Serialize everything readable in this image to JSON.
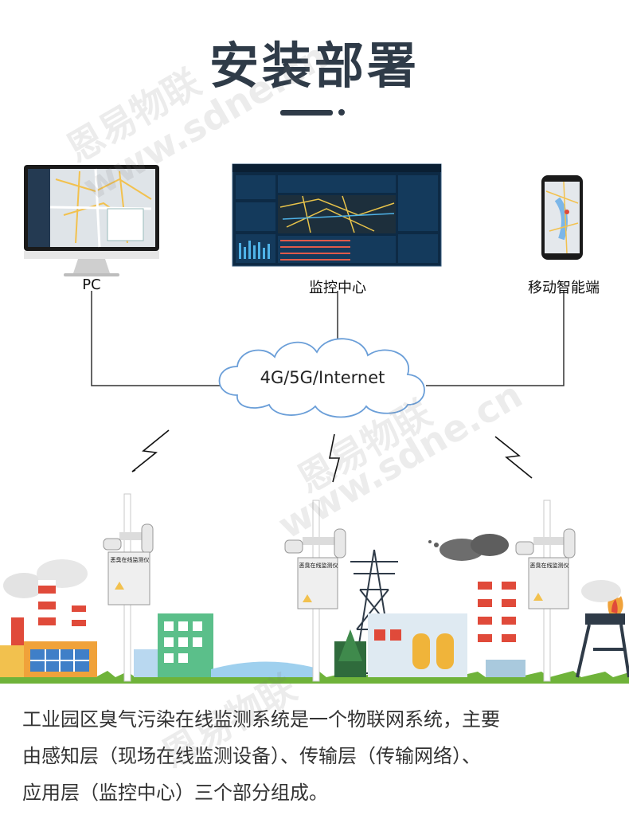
{
  "title": "安装部署",
  "devices": {
    "pc": "PC",
    "monitor_center": "监控中心",
    "mobile": "移动智能端"
  },
  "network_label": "4G/5G/Internet",
  "device_box_label": "恶臭在线监测仪",
  "watermark": {
    "brand": "恩易物联",
    "url": "www.sdne.cn"
  },
  "description": [
    "工业园区臭气污染在线监测系统是一个物联网系统，主要",
    "由感知层（现场在线监测设备）、传输层（传输网络）、",
    "应用层（监控中心）三个部分组成。"
  ],
  "colors": {
    "title": "#2f3b48",
    "screen_bg": "#0d2a45",
    "grass": "#6fb33a",
    "cloud_stroke": "#6a9ed8"
  }
}
